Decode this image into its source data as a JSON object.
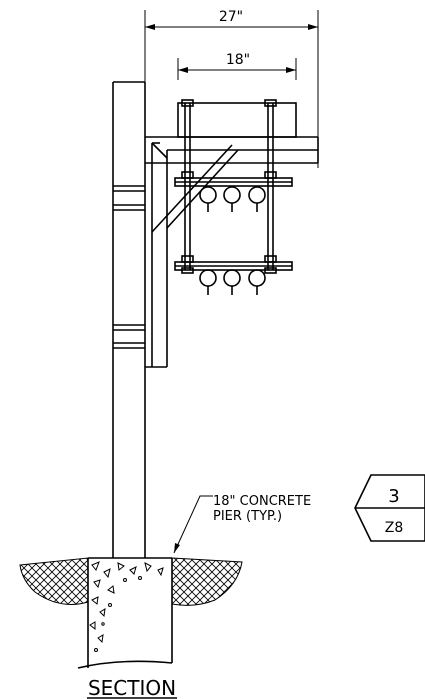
{
  "dimensions": {
    "overall": "27\"",
    "bolt_spacing": "18\""
  },
  "callout": {
    "line1": "18\" CONCRETE",
    "line2": "PIER (TYP.)"
  },
  "section_tag": {
    "number": "3",
    "sheet": "Z8"
  },
  "caption": "SECTION"
}
